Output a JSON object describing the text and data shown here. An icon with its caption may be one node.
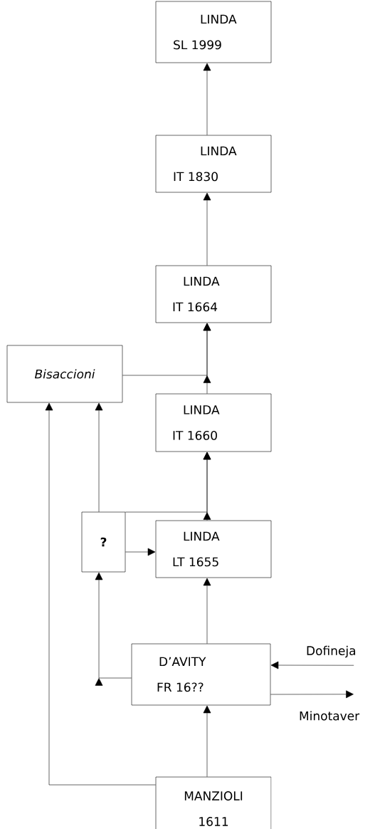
{
  "diagram": {
    "nodes": [
      {
        "text": [
          "LINDA",
          "SL 1999"
        ]
      },
      {
        "text": [
          "LINDA",
          "IT 1830"
        ]
      },
      {
        "text": [
          "LINDA",
          "IT 1664"
        ]
      },
      {
        "text": [
          "Bisaccioni"
        ]
      },
      {
        "text": [
          "LINDA",
          "IT 1660"
        ]
      },
      {
        "text": [
          "?"
        ]
      },
      {
        "text": [
          "LINDA",
          "LT 1655"
        ]
      },
      {
        "text": [
          "D’AVITY",
          "FR 16??"
        ]
      },
      {
        "text": [
          "Dofineja"
        ]
      },
      {
        "text": [
          "Minotaver"
        ]
      },
      {
        "text": [
          "MANZIOLI",
          "1611"
        ]
      }
    ],
    "edges": [
      {
        "from": 1,
        "to": 0,
        "arrow": "to"
      },
      {
        "from": 2,
        "to": 1,
        "arrow": "to"
      },
      {
        "from": 4,
        "to": 2,
        "arrow": "to"
      },
      {
        "from": 3,
        "to": 2,
        "arrow": "to"
      },
      {
        "from": 5,
        "to": 4,
        "arrow": "to"
      },
      {
        "from": 5,
        "to": 6,
        "arrow": "to"
      },
      {
        "from": 6,
        "to": 4,
        "arrow": "to"
      },
      {
        "from": 5,
        "to": 3,
        "arrow": "to"
      },
      {
        "from": 7,
        "to": 5,
        "arrow": "to"
      },
      {
        "from": 7,
        "to": 6,
        "arrow": "to"
      },
      {
        "from": 8,
        "to": 7,
        "arrow": "to"
      },
      {
        "from": 7,
        "to": 9,
        "arrow": "to"
      },
      {
        "from": 10,
        "to": 7,
        "arrow": "to"
      },
      {
        "from": 10,
        "to": 3,
        "arrow": "to"
      }
    ]
  }
}
